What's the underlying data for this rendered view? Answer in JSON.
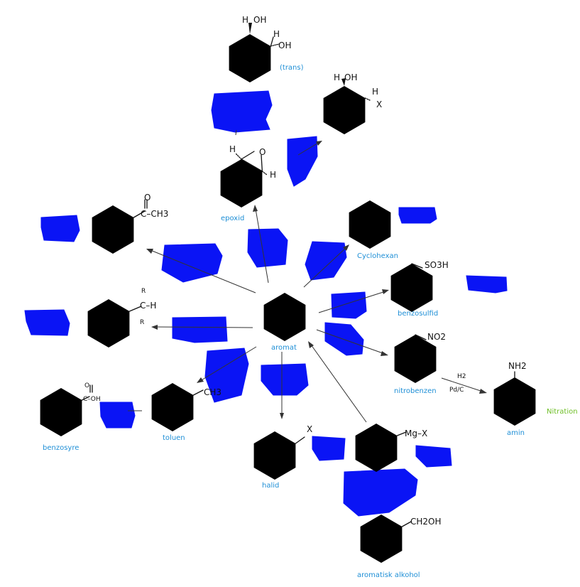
{
  "labels": {
    "center": "aromat",
    "trans_note": "(trans)",
    "epoxide": "epoxid",
    "cyclohexane": "Cyclohexan",
    "sulfonic": "benzosulfid",
    "nitro": "nitrobenzen",
    "amine": "amin",
    "nitration": "Nitration",
    "toluene": "toluen",
    "benzoic": "benzosyre",
    "halide": "halid",
    "alcohol": "aromatisk alkohol"
  },
  "formula": {
    "so3h": "SO3H",
    "no2": "NO2",
    "nh2": "NH2",
    "ch3_tol": "CH3",
    "acetyl_o": "O",
    "acetyl_ch3": "C–CH3",
    "benzoic_o": "O",
    "benzoic_c": "C–OH",
    "halide_x": "X",
    "grignard": "Mg–X",
    "ch2oh": "CH2OH",
    "alkyl_r_top": "R",
    "alkyl_c": "C–H",
    "alkyl_r_bot": "R",
    "h2": "H2",
    "pdc": "Pd/C",
    "diol_h1": "H",
    "diol_oh1": "OH",
    "diol_h2": "H",
    "diol_oh2": "OH",
    "hx_h1": "H",
    "hx_oh": "OH",
    "hx_h2": "H",
    "hx_x": "X",
    "epox_h1": "H",
    "epox_o": "O",
    "epox_h2": "H"
  },
  "colors": {
    "label": "#1f8fd6",
    "note": "#6fbf28",
    "scribble": "#0a14f5",
    "ink": "#111111"
  }
}
